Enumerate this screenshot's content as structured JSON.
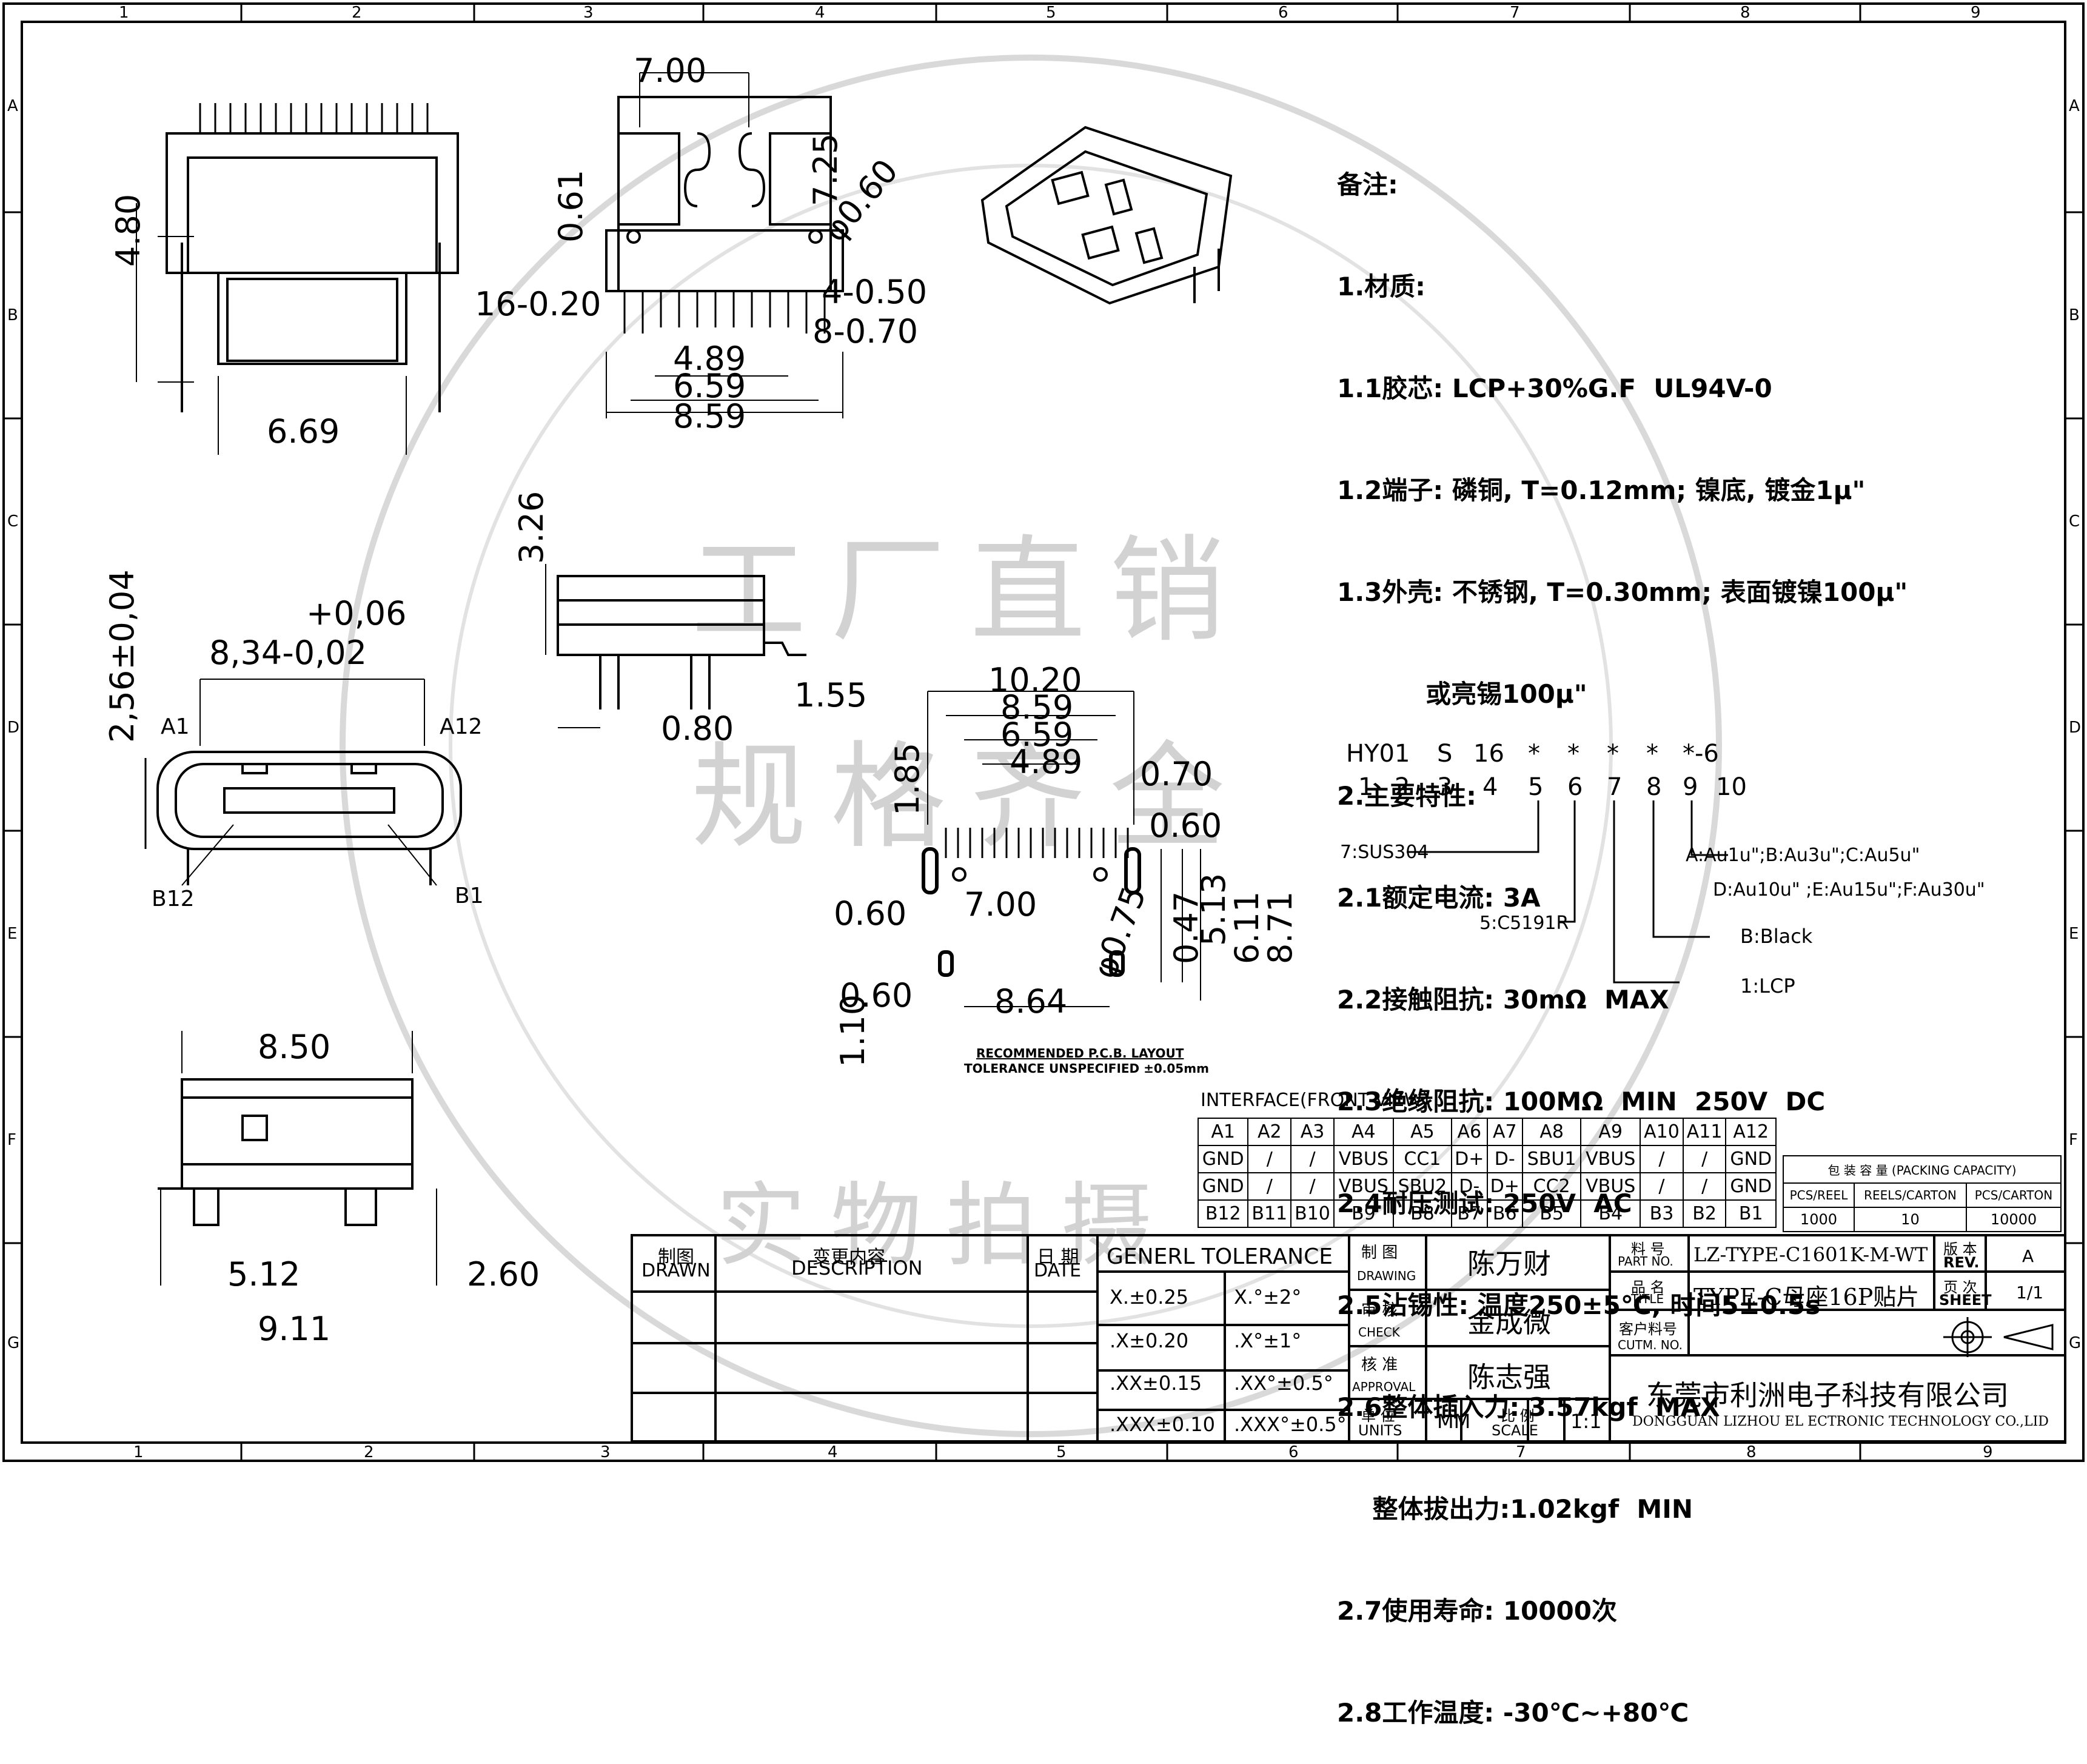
{
  "frame": {
    "col_labels": [
      "1",
      "2",
      "3",
      "4",
      "5",
      "6",
      "7",
      "8",
      "9"
    ],
    "row_labels": [
      "A",
      "B",
      "C",
      "D",
      "E",
      "F",
      "G"
    ]
  },
  "watermark": {
    "line1": "工厂直销",
    "line2": "规格齐全",
    "line3": "实物拍摄"
  },
  "dimensions": {
    "top_view_height": "4.80",
    "top_view_width": "6.69",
    "side_pins_width": "7.00",
    "side_pins_height": "7.25",
    "side_pins_061": "0.61",
    "side_pins_hole": "φ0.60",
    "side_pins_pitch_a": "16-0.20",
    "side_pins_pitch_b": "4-0.50",
    "side_pins_pitch_c": "8-0.70",
    "side_pins_489": "4.89",
    "side_pins_659": "6.59",
    "side_pins_859": "8.59",
    "front_height": "2,56±0,04",
    "front_tol_plus": "+0,06",
    "front_width": "8,34-0,02",
    "front_a1": "A1",
    "front_a12": "A12",
    "front_b12": "B12",
    "front_b1": "B1",
    "profile_height": "3.26",
    "profile_155": "1.55",
    "profile_080": "0.80",
    "bottom_width": "8.50",
    "bottom_512": "5.12",
    "bottom_260": "2.60",
    "bottom_911": "9.11",
    "pcb_1020": "10.20",
    "pcb_859": "8.59",
    "pcb_659": "6.59",
    "pcb_489": "4.89",
    "pcb_070": "0.70",
    "pcb_060a": "0.60",
    "pcb_185": "1.85",
    "pcb_060b": "0.60",
    "pcb_700": "7.00",
    "pcb_075": "φ0.75",
    "pcb_047": "0.47",
    "pcb_513": "5.13",
    "pcb_611": "6.11",
    "pcb_871": "8.71",
    "pcb_060c": "0.60",
    "pcb_864": "8.64",
    "pcb_110": "1.10",
    "pcb_caption1": "RECOMMENDED  P.C.B. LAYOUT",
    "pcb_caption2": "TOLERANCE  UNSPECIFIED  ±0.05mm"
  },
  "notes": [
    "备注:",
    "1.材质:",
    "1.1胶芯: LCP+30%G.F  UL94V-0",
    "1.2端子: 磷铜, T=0.12mm; 镍底, 镀金1μ\"",
    "1.3外壳: 不锈钢, T=0.30mm; 表面镀镍100μ\"",
    "          或亮锡100μ\"",
    "2.主要特性:",
    "2.1额定电流: 3A",
    "2.2接触阻抗: 30mΩ  MAX",
    "2.3绝缘阻抗: 100MΩ  MIN  250V  DC",
    "2.4耐压测试: 250V  AC",
    "2.5沾锡性: 温度250±5℃, 时间5±0.5s",
    "2.6整体插入力: 3.57kgf  MAX",
    "    整体拔出力:1.02kgf  MIN",
    "2.7使用寿命: 10000次",
    "2.8工作温度: -30℃~+80℃"
  ],
  "part_code": {
    "code": [
      "HY01",
      "S",
      "16",
      "*",
      "*",
      "*",
      "*",
      "*-6"
    ],
    "index": [
      "1",
      "2",
      "3",
      "4",
      "5",
      "6",
      "7",
      "8",
      "9",
      "10"
    ],
    "label_7": "7:SUS304",
    "label_6": "5:C5191R",
    "label_9a": "A:Au1u\";B:Au3u\";C:Au5u\"",
    "label_9b": "D:Au10u\" ;E:Au15u\";F:Au30u\"",
    "label_8": "B:Black",
    "label_5": "1:LCP"
  },
  "interface": {
    "title": "INTERFACE(FRONT VIEW)",
    "row_a_pins": [
      "A1",
      "A2",
      "A3",
      "A4",
      "A5",
      "A6",
      "A7",
      "A8",
      "A9",
      "A10",
      "A11",
      "A12"
    ],
    "row_a_sig": [
      "GND",
      "/",
      "/",
      "VBUS",
      "CC1",
      "D+",
      "D-",
      "SBU1",
      "VBUS",
      "/",
      "/",
      "GND"
    ],
    "row_b_sig": [
      "GND",
      "/",
      "/",
      "VBUS",
      "SBU2",
      "D-",
      "D+",
      "CC2",
      "VBUS",
      "/",
      "/",
      "GND"
    ],
    "row_b_pins": [
      "B12",
      "B11",
      "B10",
      "B9",
      "B8",
      "B7",
      "B6",
      "B5",
      "B4",
      "B3",
      "B2",
      "B1"
    ]
  },
  "packing": {
    "title": "包  装  容  量    (PACKING CAPACITY)",
    "headers": [
      "PCS/REEL",
      "REELS/CARTON",
      "PCS/CARTON"
    ],
    "values": [
      "1000",
      "10",
      "10000"
    ]
  },
  "title_block": {
    "drawn_cn": "制图",
    "drawn_en": "DRAWN",
    "desc_cn": "变更内容",
    "desc_en": "DESCRIPTION",
    "date_cn": "日 期",
    "date_en": "DATE",
    "tol_title": "GENERL  TOLERANCE",
    "tol_rows": [
      [
        "X.±0.25",
        "X.°±2°"
      ],
      [
        ".X±0.20",
        ".X°±1°"
      ],
      [
        ".XX±0.15",
        ".XX°±0.5°"
      ],
      [
        ".XXX±0.10",
        ".XXX°±0.5°"
      ]
    ],
    "drawing_cn": "制 图",
    "drawing_en": "DRAWING",
    "drawing_name": "陈万财",
    "check_cn": "审 核",
    "check_en": "CHECK",
    "check_name": "金成微",
    "approval_cn": "核 准",
    "approval_en": "APPROVAL",
    "approval_name": "陈志强",
    "units_cn": "单 位",
    "units_en": "UNITS",
    "units_val": "MM",
    "scale_cn": "比 例",
    "scale_en": "SCALE",
    "scale_val": "1:1",
    "partno_cn": "料 号",
    "partno_en": "PART NO.",
    "partno_val": "LZ-TYPE-C1601K-M-WT",
    "title_cn": "品 名",
    "title_en": "TITLE",
    "title_val": "TYPE-C母座16P贴片",
    "cutm_cn": "客户料号",
    "cutm_en": "CUTM. NO.",
    "rev_cn": "版 本",
    "rev_en": "REV.",
    "rev_val": "A",
    "sheet_cn": "页 次",
    "sheet_en": "SHEET",
    "sheet_val": "1/1",
    "company_cn": "东莞市利洲电子科技有限公司",
    "company_en": "DONGGUAN LIZHOU EL ECTRONIC TECHNOLOGY CO.,LID"
  }
}
